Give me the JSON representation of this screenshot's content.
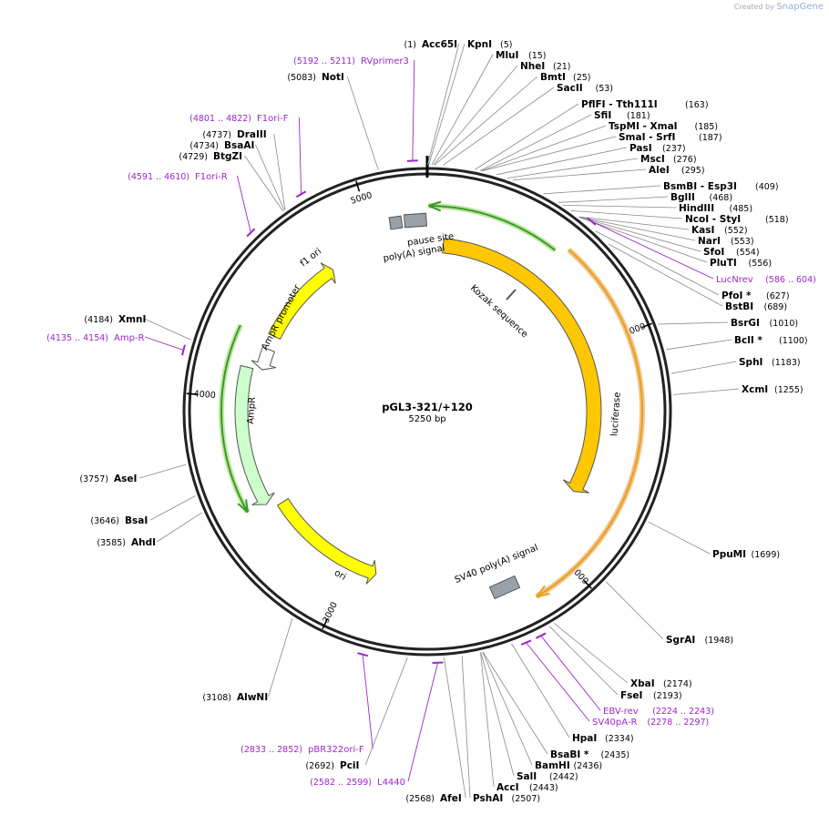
{
  "credit": {
    "prefix": "Created by",
    "brand": "SnapGene"
  },
  "plasmid": {
    "name": "pGL3-321/+120",
    "length": "5250 bp",
    "length_bp": 5250
  },
  "ticks": [
    {
      "bp": 1000,
      "label": "1000"
    },
    {
      "bp": 2000,
      "label": "2000"
    },
    {
      "bp": 3000,
      "label": "3000"
    },
    {
      "bp": 4000,
      "label": "4000"
    },
    {
      "bp": 5000,
      "label": "5000"
    }
  ],
  "enzymes": [
    {
      "name": "Acc65I",
      "pos": "(1)",
      "bp": 1,
      "side": "left"
    },
    {
      "name": "KpnI",
      "pos": "(5)",
      "bp": 5,
      "side": "right"
    },
    {
      "name": "MluI",
      "pos": "(15)",
      "bp": 15,
      "side": "right"
    },
    {
      "name": "NheI",
      "pos": "(21)",
      "bp": 21,
      "side": "right"
    },
    {
      "name": "BmtI",
      "pos": "(25)",
      "bp": 25,
      "side": "right"
    },
    {
      "name": "SacII",
      "pos": "(53)",
      "bp": 53,
      "side": "right"
    },
    {
      "name": "PflFI  - Tth111I",
      "pos": "(163)",
      "bp": 163,
      "side": "right"
    },
    {
      "name": "SfiI",
      "pos": "(181)",
      "bp": 181,
      "side": "right"
    },
    {
      "name": "TspMI  - XmaI",
      "pos": "(185)",
      "bp": 185,
      "side": "right"
    },
    {
      "name": "SmaI  - SrfI",
      "pos": "(187)",
      "bp": 187,
      "side": "right"
    },
    {
      "name": "PasI",
      "pos": "(237)",
      "bp": 237,
      "side": "right"
    },
    {
      "name": "MscI",
      "pos": "(276)",
      "bp": 276,
      "side": "right"
    },
    {
      "name": "AleI",
      "pos": "(295)",
      "bp": 295,
      "side": "right"
    },
    {
      "name": "BsmBI  - Esp3I",
      "pos": "(409)",
      "bp": 409,
      "side": "right"
    },
    {
      "name": "BglII",
      "pos": "(468)",
      "bp": 468,
      "side": "right"
    },
    {
      "name": "HindIII",
      "pos": "(485)",
      "bp": 485,
      "side": "right"
    },
    {
      "name": "NcoI  - StyI",
      "pos": "(518)",
      "bp": 518,
      "side": "right"
    },
    {
      "name": "KasI",
      "pos": "(552)",
      "bp": 552,
      "side": "right"
    },
    {
      "name": "NarI",
      "pos": "(553)",
      "bp": 553,
      "side": "right"
    },
    {
      "name": "SfoI",
      "pos": "(554)",
      "bp": 554,
      "side": "right"
    },
    {
      "name": "PluTI",
      "pos": "(556)",
      "bp": 556,
      "side": "right"
    },
    {
      "name": "PfoI *",
      "pos": "(627)",
      "bp": 627,
      "side": "right"
    },
    {
      "name": "BstBI",
      "pos": "(689)",
      "bp": 689,
      "side": "right"
    },
    {
      "name": "BsrGI",
      "pos": "(1010)",
      "bp": 1010,
      "side": "right"
    },
    {
      "name": "BclI *",
      "pos": "(1100)",
      "bp": 1100,
      "side": "right"
    },
    {
      "name": "SphI",
      "pos": "(1183)",
      "bp": 1183,
      "side": "right"
    },
    {
      "name": "XcmI",
      "pos": "(1255)",
      "bp": 1255,
      "side": "right"
    },
    {
      "name": "PpuMI",
      "pos": "(1699)",
      "bp": 1699,
      "side": "right"
    },
    {
      "name": "SgrAI",
      "pos": "(1948)",
      "bp": 1948,
      "side": "right"
    },
    {
      "name": "XbaI",
      "pos": "(2174)",
      "bp": 2174,
      "side": "right"
    },
    {
      "name": "FseI",
      "pos": "(2193)",
      "bp": 2193,
      "side": "right"
    },
    {
      "name": "HpaI",
      "pos": "(2334)",
      "bp": 2334,
      "side": "right"
    },
    {
      "name": "BsaBI *",
      "pos": "(2435)",
      "bp": 2435,
      "side": "right"
    },
    {
      "name": "BamHI",
      "pos": "(2436)",
      "bp": 2436,
      "side": "right"
    },
    {
      "name": "SalI",
      "pos": "(2442)",
      "bp": 2442,
      "side": "right"
    },
    {
      "name": "AccI",
      "pos": "(2443)",
      "bp": 2443,
      "side": "right"
    },
    {
      "name": "PshAI",
      "pos": "(2507)",
      "bp": 2507,
      "side": "right"
    },
    {
      "name": "AfeI",
      "pos": "(2568)",
      "bp": 2568,
      "side": "left"
    },
    {
      "name": "PciI",
      "pos": "(2692)",
      "bp": 2692,
      "side": "left"
    },
    {
      "name": "AlwNI",
      "pos": "(3108)",
      "bp": 3108,
      "side": "left"
    },
    {
      "name": "AhdI",
      "pos": "(3585)",
      "bp": 3585,
      "side": "left"
    },
    {
      "name": "BsaI",
      "pos": "(3646)",
      "bp": 3646,
      "side": "left"
    },
    {
      "name": "AseI",
      "pos": "(3757)",
      "bp": 3757,
      "side": "left"
    },
    {
      "name": "XmnI",
      "pos": "(4184)",
      "bp": 4184,
      "side": "left"
    },
    {
      "name": "BtgZI",
      "pos": "(4729)",
      "bp": 4729,
      "side": "left"
    },
    {
      "name": "BsaAI",
      "pos": "(4734)",
      "bp": 4734,
      "side": "left"
    },
    {
      "name": "DraIII",
      "pos": "(4737)",
      "bp": 4737,
      "side": "left"
    },
    {
      "name": "NotI",
      "pos": "(5083)",
      "bp": 5083,
      "side": "left"
    }
  ],
  "primers": [
    {
      "name": "RVprimer3",
      "range": "(5192 .. 5211)",
      "bp": 5201,
      "side": "left"
    },
    {
      "name": "F1ori-F",
      "range": "(4801 .. 4822)",
      "bp": 4811,
      "side": "left"
    },
    {
      "name": "F1ori-R",
      "range": "(4591 .. 4610)",
      "bp": 4600,
      "side": "left"
    },
    {
      "name": "Amp-R",
      "range": "(4135 .. 4154)",
      "bp": 4144,
      "side": "left"
    },
    {
      "name": "LucNrev",
      "range": "(586 .. 604)",
      "bp": 595,
      "side": "right"
    },
    {
      "name": "EBV-rev",
      "range": "(2224 .. 2243)",
      "bp": 2233,
      "side": "right"
    },
    {
      "name": "SV40pA-R",
      "range": "(2278 .. 2297)",
      "bp": 2287,
      "side": "right"
    },
    {
      "name": "pBR322ori-F",
      "range": "(2833 .. 2852)",
      "bp": 2842,
      "side": "left"
    },
    {
      "name": "L4440",
      "range": "(2582 .. 2599)",
      "bp": 2590,
      "side": "left"
    }
  ],
  "features": [
    {
      "name": "luciferase",
      "type": "cds",
      "start": 80,
      "end": 1730,
      "dir": "cw",
      "color": "#ffc700"
    },
    {
      "name": "ori",
      "type": "rep",
      "start": 2880,
      "end": 3470,
      "dir": "ccw",
      "color": "#ffff00"
    },
    {
      "name": "AmpR",
      "type": "cds",
      "start": 3500,
      "end": 4140,
      "dir": "ccw",
      "color": "#ccffcc"
    },
    {
      "name": "AmpR promoter",
      "type": "promoter",
      "start": 4145,
      "end": 4250,
      "dir": "ccw",
      "color": "#ffffff"
    },
    {
      "name": "f1 ori",
      "type": "rep",
      "start": 4320,
      "end": 4760,
      "dir": "cw",
      "color": "#ffff00"
    },
    {
      "name": "SV40 poly(A) signal",
      "type": "term",
      "bp": 2180,
      "color": "#9aa0a8"
    },
    {
      "name": "poly(A) signal",
      "type": "term",
      "bp": 5130,
      "color": "#9aa0a8"
    },
    {
      "name": "pause site",
      "type": "term",
      "bp": 5200,
      "color": "#9aa0a8"
    },
    {
      "name": "Kozak sequence",
      "type": "misc",
      "bp": 630
    }
  ],
  "inner_arrows": [
    {
      "label": "green-ccw-top",
      "start": 5,
      "end": 560,
      "dir": "ccw",
      "color": "#3a9a2a"
    },
    {
      "label": "orange-cw-right",
      "start": 600,
      "end": 2180,
      "dir": "cw",
      "color": "#e8a020"
    },
    {
      "label": "green-ccw-left",
      "start": 3510,
      "end": 4300,
      "dir": "ccw",
      "color": "#3a9a2a"
    }
  ]
}
